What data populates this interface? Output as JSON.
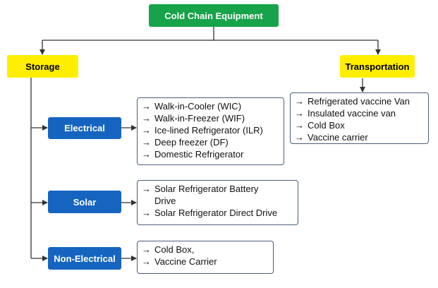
{
  "root": {
    "label": "Cold Chain Equipment"
  },
  "storage": {
    "label": "Storage",
    "categories": [
      {
        "label": "Electrical",
        "items": [
          "Walk-in-Cooler (WIC)",
          "Walk-in-Freezer (WIF)",
          "Ice-lined Refrigerator (ILR)",
          "Deep freezer (DF)",
          "Domestic Refrigerator"
        ]
      },
      {
        "label": "Solar",
        "items": [
          "Solar Refrigerator Battery Drive",
          "Solar Refrigerator Direct Drive"
        ]
      },
      {
        "label": "Non-Electrical",
        "items": [
          "Cold Box,",
          "Vaccine Carrier"
        ]
      }
    ]
  },
  "transportation": {
    "label": "Transportation",
    "items": [
      "Refrigerated vaccine Van",
      "Insulated vaccine van",
      "Cold Box",
      "Vaccine carrier"
    ]
  },
  "colors": {
    "root": "#17a34a",
    "branch": "#ffee00",
    "category": "#1565c0",
    "connector": "#333333",
    "box_border": "#4a5f7a"
  }
}
